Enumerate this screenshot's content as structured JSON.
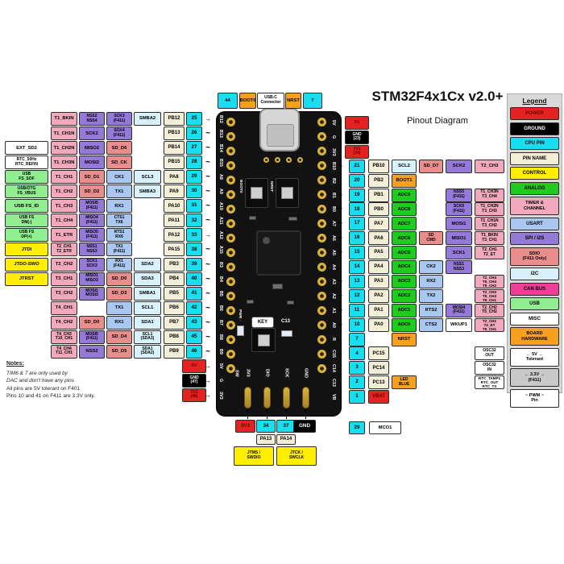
{
  "title": "STM32F4x1Cx  v2.0+",
  "subtitle": "Pinout Diagram",
  "colors": {
    "power": "#e52222",
    "ground": "#000000",
    "cpu": "#18dff0",
    "pinname": "#f3eed8",
    "control": "#ffee00",
    "analog": "#1ecb1e",
    "timer": "#f2a9bd",
    "usart": "#a9c7ef",
    "spi": "#9579d8",
    "sdio": "#e98d8d",
    "i2c": "#d9f1fa",
    "canbus": "#ee3f98",
    "usb": "#90ee90",
    "misc": "#ffffff",
    "hardware": "#f6a01f",
    "gray": "#c9c9c9"
  },
  "header": [
    {
      "t": "44",
      "k": "cpu"
    },
    {
      "t": "BOOT0",
      "k": "hardware"
    },
    {
      "t": "USB-C\nConnector",
      "k": "misc"
    },
    {
      "t": "NRST",
      "k": "hardware"
    },
    {
      "t": "7",
      "k": "cpu"
    }
  ],
  "board": {
    "boot0_label": "BOOT0",
    "nrst_label": "NRST",
    "key_label": "KEY",
    "c13_label": "C13",
    "pwr_label": "PWR",
    "bottom_edge": [
      "SW",
      "3V3",
      "DIO",
      "SCK",
      "GND"
    ]
  },
  "left_rows": [
    {
      "num": "25",
      "pin": "PB12",
      "edge": "B12",
      "arrow": "plain",
      "cells": [
        [
          "c2",
          "T1_BKIN",
          "timer"
        ],
        [
          "c3",
          "NSS2\nNSS4",
          "spi"
        ],
        [
          "c4",
          "SCK3\n(F411)",
          "spi"
        ],
        [
          "c5",
          "SMBA2",
          "i2c"
        ]
      ]
    },
    {
      "num": "26",
      "pin": "PB13",
      "edge": "B13",
      "arrow": "pwm",
      "cells": [
        [
          "c2",
          "T1_CH1N",
          "timer"
        ],
        [
          "c3",
          "SCK2",
          "spi"
        ],
        [
          "c4",
          "SCK4\n(F411)",
          "spi"
        ]
      ]
    },
    {
      "num": "27",
      "pin": "PB14",
      "edge": "B14",
      "arrow": "pwm",
      "cells": [
        [
          "c1",
          "EXT_SD2",
          "misc"
        ],
        [
          "c2",
          "T1_CH2N",
          "timer"
        ],
        [
          "c3",
          "MISO2",
          "spi"
        ],
        [
          "c4",
          "SD_D6",
          "sdio"
        ]
      ]
    },
    {
      "num": "28",
      "pin": "PB15",
      "edge": "B15",
      "arrow": "pwm",
      "cells": [
        [
          "c1",
          "RTC_50Hz\nRTC_REFIN",
          "misc"
        ],
        [
          "c2",
          "T1_CH3N",
          "timer"
        ],
        [
          "c3",
          "MOSI2",
          "spi"
        ],
        [
          "c4",
          "SD_CK",
          "sdio"
        ]
      ]
    },
    {
      "num": "29",
      "pin": "PA8",
      "edge": "A8",
      "arrow": "pwm",
      "cells": [
        [
          "c1",
          "USB\nFS_SOF",
          "usb"
        ],
        [
          "c2",
          "T1_CH1",
          "timer"
        ],
        [
          "c3",
          "SD_D1",
          "sdio"
        ],
        [
          "c4",
          "CK1",
          "usart"
        ],
        [
          "c5",
          "SCL3",
          "i2c"
        ]
      ]
    },
    {
      "num": "30",
      "pin": "PA9",
      "edge": "A9",
      "arrow": "pwm",
      "cells": [
        [
          "c1",
          "USB/OTG\nFS_VBUS",
          "usb"
        ],
        [
          "c2",
          "T1_CH2",
          "timer"
        ],
        [
          "c3",
          "SD_D2",
          "sdio"
        ],
        [
          "c4",
          "TX1",
          "usart"
        ],
        [
          "c5",
          "SMBA3",
          "i2c"
        ]
      ]
    },
    {
      "num": "31",
      "pin": "PA10",
      "edge": "A10",
      "arrow": "pwm",
      "cells": [
        [
          "c1",
          "USB FS_ID",
          "usb"
        ],
        [
          "c2",
          "T1_CH3",
          "timer"
        ],
        [
          "c3",
          "MOSI5\n(F411)",
          "spi"
        ],
        [
          "c4",
          "RX1",
          "usart"
        ]
      ]
    },
    {
      "num": "32",
      "pin": "PA11",
      "edge": "A11",
      "arrow": "pwm",
      "cells": [
        [
          "c1",
          "USB FS\nDM(-)",
          "usb"
        ],
        [
          "c2",
          "T1_CH4",
          "timer"
        ],
        [
          "c3",
          "MISO4\n(F411)",
          "spi"
        ],
        [
          "c4",
          "CTS1\nTX6",
          "usart"
        ]
      ]
    },
    {
      "num": "33",
      "pin": "PA12",
      "edge": "A12",
      "arrow": "plain",
      "cells": [
        [
          "c1",
          "USB FS\nDP(+)",
          "usb"
        ],
        [
          "c2",
          "T1_ETR",
          "timer"
        ],
        [
          "c3",
          "MISO5\n(F411)",
          "spi"
        ],
        [
          "c4",
          "RTS1\nRX6",
          "usart"
        ]
      ]
    },
    {
      "num": "38",
      "pin": "PA15",
      "edge": "A15",
      "arrow": "pwm",
      "cells": [
        [
          "c1",
          "JTDI",
          "control"
        ],
        [
          "c2",
          "T2_CH1\nT2_ETR",
          "timer"
        ],
        [
          "c3",
          "NSS1\nNSS3",
          "spi"
        ],
        [
          "c4",
          "TX1\n(F411)",
          "usart"
        ]
      ]
    },
    {
      "num": "39",
      "pin": "PB3",
      "edge": "B3",
      "arrow": "pwm",
      "cells": [
        [
          "c1",
          "JTDO-SWO",
          "control"
        ],
        [
          "c2",
          "T2_CH2",
          "timer"
        ],
        [
          "c3",
          "SCK1\nSCK3",
          "spi"
        ],
        [
          "c4",
          "RX1\n(F411)",
          "usart"
        ],
        [
          "c5",
          "SDA2",
          "i2c"
        ]
      ]
    },
    {
      "num": "40",
      "pin": "PB4",
      "edge": "B4",
      "arrow": "pwm",
      "cells": [
        [
          "c1",
          "JTRST",
          "control"
        ],
        [
          "c2",
          "T3_CH1",
          "timer"
        ],
        [
          "c3",
          "MISO1\nMISO3",
          "spi"
        ],
        [
          "c4",
          "SD_D0",
          "sdio"
        ],
        [
          "c5",
          "SDA3",
          "i2c"
        ]
      ]
    },
    {
      "num": "41",
      "pin": "PB5",
      "edge": "B5",
      "arrow": "pwm",
      "cells": [
        [
          "c2",
          "T3_CH2",
          "timer"
        ],
        [
          "c3",
          "MOSI1\nMOSI3",
          "spi"
        ],
        [
          "c4",
          "SD_D3",
          "sdio"
        ],
        [
          "c5",
          "SMBA1",
          "i2c"
        ]
      ]
    },
    {
      "num": "42",
      "pin": "PB6",
      "edge": "B6",
      "arrow": "pwm",
      "cells": [
        [
          "c2",
          "T4_CH1",
          "timer"
        ],
        [
          "c4",
          "TX1",
          "usart"
        ],
        [
          "c5",
          "SCL1",
          "i2c"
        ]
      ]
    },
    {
      "num": "43",
      "pin": "PB7",
      "edge": "B7",
      "arrow": "pwm",
      "cells": [
        [
          "c2",
          "T4_CH2",
          "timer"
        ],
        [
          "c3",
          "SD_D0",
          "sdio"
        ],
        [
          "c4",
          "RX1",
          "usart"
        ],
        [
          "c5",
          "SDA1",
          "i2c"
        ]
      ]
    },
    {
      "num": "45",
      "pin": "PB8",
      "edge": "B8",
      "arrow": "pwm",
      "cells": [
        [
          "c2",
          "T4_CH3\nT10_CH1",
          "timer"
        ],
        [
          "c3",
          "MOSI5\n(F411)",
          "spi"
        ],
        [
          "c4",
          "SD_D4",
          "sdio"
        ],
        [
          "c5",
          "SCL1\n(SDA3)",
          "i2c"
        ]
      ]
    },
    {
      "num": "46",
      "pin": "PB9",
      "edge": "B9",
      "arrow": "pwm",
      "cells": [
        [
          "c2",
          "T4_CH4\nT11_CH1",
          "timer"
        ],
        [
          "c3",
          "NSS2",
          "spi"
        ],
        [
          "c4",
          "SD_D5",
          "sdio"
        ],
        [
          "c5",
          "SDA1\n(SDA2)",
          "i2c"
        ]
      ]
    },
    {
      "power": "5V",
      "ptype": "power",
      "edge": "5V",
      "arrow": "plain"
    },
    {
      "power": "GND\n(47)",
      "ptype": "ground",
      "edge": "G",
      "arrow": "plain"
    },
    {
      "power": "3V3\n(48)",
      "ptype": "power",
      "edge": "3V3",
      "arrow": "plain"
    }
  ],
  "right_rows": [
    {
      "power": "5V",
      "ptype": "power",
      "edge": "5V",
      "arrow": "plain"
    },
    {
      "power": "GND\n(23)",
      "ptype": "ground",
      "edge": "G",
      "arrow": "plain"
    },
    {
      "power": "3V3\n(24)",
      "ptype": "power",
      "edge": "3V3",
      "arrow": "plain"
    },
    {
      "num": "21",
      "pin": "PB10",
      "edge": "B10",
      "arrow": "pwm",
      "cells": [
        [
          "a",
          "SCL2",
          "i2c"
        ],
        [
          "b",
          "SD_D7",
          "sdio"
        ],
        [
          "c",
          "SCK2",
          "spi"
        ],
        [
          "d",
          "T2_CH3",
          "timer"
        ]
      ]
    },
    {
      "num": "20",
      "pin": "PB2",
      "edge": "B2",
      "arrow": "plain",
      "cells": [
        [
          "a",
          "BOOT1",
          "hardware"
        ]
      ]
    },
    {
      "num": "19",
      "pin": "PB1",
      "edge": "B1",
      "arrow": "pwm",
      "cells": [
        [
          "a",
          "ADC9",
          "analog"
        ],
        [
          "c",
          "NSS5\n(F411)",
          "spi"
        ],
        [
          "d",
          "T1_CH3N\nT3_CH4",
          "timer"
        ]
      ]
    },
    {
      "num": "18",
      "pin": "PB0",
      "edge": "B0",
      "arrow": "pwm",
      "cells": [
        [
          "a",
          "ADC8",
          "analog"
        ],
        [
          "c",
          "SCK5\n(F411)",
          "spi"
        ],
        [
          "d",
          "T1_CH2N\nT3_CH3",
          "timer"
        ]
      ]
    },
    {
      "num": "17",
      "pin": "PA7",
      "edge": "A7",
      "arrow": "pwm",
      "cells": [
        [
          "a",
          "ADC7",
          "analog"
        ],
        [
          "c",
          "MOSI1",
          "spi"
        ],
        [
          "d",
          "T1_CH1N\nT3_CH2",
          "timer"
        ]
      ]
    },
    {
      "num": "16",
      "pin": "PA6",
      "edge": "A6",
      "arrow": "pwm",
      "cells": [
        [
          "a",
          "ADC6",
          "analog"
        ],
        [
          "b",
          "SD\nCMD",
          "sdio"
        ],
        [
          "c",
          "MISO1",
          "spi"
        ],
        [
          "d",
          "T1_BKIN\nT3_CH1",
          "timer"
        ]
      ]
    },
    {
      "num": "15",
      "pin": "PA5",
      "edge": "A5",
      "arrow": "pwm",
      "cells": [
        [
          "a",
          "ADC5",
          "analog"
        ],
        [
          "c",
          "SCK1",
          "spi"
        ],
        [
          "d",
          "T2_CH1\nT2_ET",
          "timer"
        ]
      ]
    },
    {
      "num": "14",
      "pin": "PA4",
      "edge": "A4",
      "arrow": "plain",
      "cells": [
        [
          "a",
          "ADC4",
          "analog"
        ],
        [
          "b",
          "CK2",
          "usart"
        ],
        [
          "c",
          "NSS1\nNSS3",
          "spi"
        ]
      ]
    },
    {
      "num": "13",
      "pin": "PA3",
      "edge": "A3",
      "arrow": "pwm",
      "cells": [
        [
          "a",
          "ADC3",
          "analog"
        ],
        [
          "b",
          "RX2",
          "usart"
        ],
        [
          "d",
          "T2_CH4\nT5_CH4\nT9_CH2",
          "timer"
        ]
      ]
    },
    {
      "num": "12",
      "pin": "PA2",
      "edge": "A2",
      "arrow": "pwm",
      "cells": [
        [
          "a",
          "ADC2",
          "analog"
        ],
        [
          "b",
          "TX2",
          "usart"
        ],
        [
          "d",
          "T2_CH3\nT5_CH3\nT9_CH1",
          "timer"
        ]
      ]
    },
    {
      "num": "11",
      "pin": "PA1",
      "edge": "A1",
      "arrow": "pwm",
      "cells": [
        [
          "a",
          "ADC1",
          "analog"
        ],
        [
          "b",
          "RTS2",
          "usart"
        ],
        [
          "c",
          "MOSI4\n(F411)",
          "spi"
        ],
        [
          "d",
          "T2_CH2\nT5_CH2",
          "timer"
        ]
      ]
    },
    {
      "num": "10",
      "pin": "PA0",
      "edge": "A0",
      "arrow": "pwm",
      "cells": [
        [
          "a",
          "ADC0",
          "analog"
        ],
        [
          "b",
          "CTS2",
          "usart"
        ],
        [
          "c",
          "WKUP1",
          "misc"
        ],
        [
          "d",
          "T2_CH1\nT2_ET\nT5_CH1",
          "timer"
        ]
      ]
    },
    {
      "num": "7",
      "edge": "R",
      "arrow": "plain",
      "cells": [
        [
          "a",
          "NRST",
          "hardware"
        ]
      ]
    },
    {
      "num": "4",
      "pin": "PC15",
      "edge": "C15",
      "arrow": "plain",
      "cells": [
        [
          "d",
          "OSC32\nOUT",
          "misc"
        ]
      ]
    },
    {
      "num": "3",
      "pin": "PC14",
      "edge": "C14",
      "arrow": "plain",
      "cells": [
        [
          "d",
          "OSC32\nIN",
          "misc"
        ]
      ]
    },
    {
      "num": "2",
      "pin": "PC13",
      "edge": "C13",
      "arrow": "plain",
      "cells": [
        [
          "a",
          "LED\nBLUE",
          "hardware"
        ],
        [
          "d",
          "RTC_TAMP1\nRTC_OUT\nRTC_TS",
          "misc"
        ]
      ]
    },
    {
      "num": "1",
      "pin": "VBAT",
      "pin_type": "power",
      "edge": "VB",
      "arrow": "plain",
      "cells": []
    }
  ],
  "bottom": {
    "boxes": [
      {
        "t": "3V3",
        "k": "power"
      },
      {
        "t": "34",
        "k": "cpu"
      },
      {
        "t": "37",
        "k": "cpu"
      },
      {
        "t": "GND",
        "k": "ground"
      }
    ],
    "pins": [
      "PA13",
      "PA14"
    ],
    "jtag": [
      "JTMS /\nSWDIO",
      "JTCK /\nSWCLK"
    ],
    "mco_num": "29",
    "mco_label": "MCO1"
  },
  "legend": {
    "heading": "Legend",
    "items": [
      {
        "t": "POWER",
        "k": "power"
      },
      {
        "t": "GROUND",
        "k": "ground"
      },
      {
        "t": "CPU PIN",
        "k": "cpu"
      },
      {
        "t": "PIN NAME",
        "k": "pinname"
      },
      {
        "t": "CONTROL",
        "k": "control"
      },
      {
        "t": "ANALOG",
        "k": "analog"
      },
      {
        "t": "TIMER &\nCHANNEL",
        "k": "timer"
      },
      {
        "t": "USART",
        "k": "usart"
      },
      {
        "t": "SPI / I2S",
        "k": "spi"
      },
      {
        "t": "SDIO\n(F411 Only)",
        "k": "sdio"
      },
      {
        "t": "I2C",
        "k": "i2c"
      },
      {
        "t": "CAN BUS",
        "k": "canbus"
      },
      {
        "t": "USB",
        "k": "usb"
      },
      {
        "t": "MISC",
        "k": "misc"
      },
      {
        "t": "BOARD\nHARDWARE",
        "k": "hardware"
      },
      {
        "t": "← 5V →\nTolerant",
        "k": "misc"
      },
      {
        "t": "← 3.3V →\n(F411)",
        "k": "gray"
      },
      {
        "t": "~ PWM ~\nPin",
        "k": "misc"
      }
    ]
  },
  "notes": {
    "heading": "Notes:",
    "lines": [
      "TIM6 & 7 are only used by",
      "DAC and don't have any pins",
      "All pins are 5V tolerant on F401",
      "Pins 10 and 41 on F411 are 3.3V only."
    ]
  }
}
